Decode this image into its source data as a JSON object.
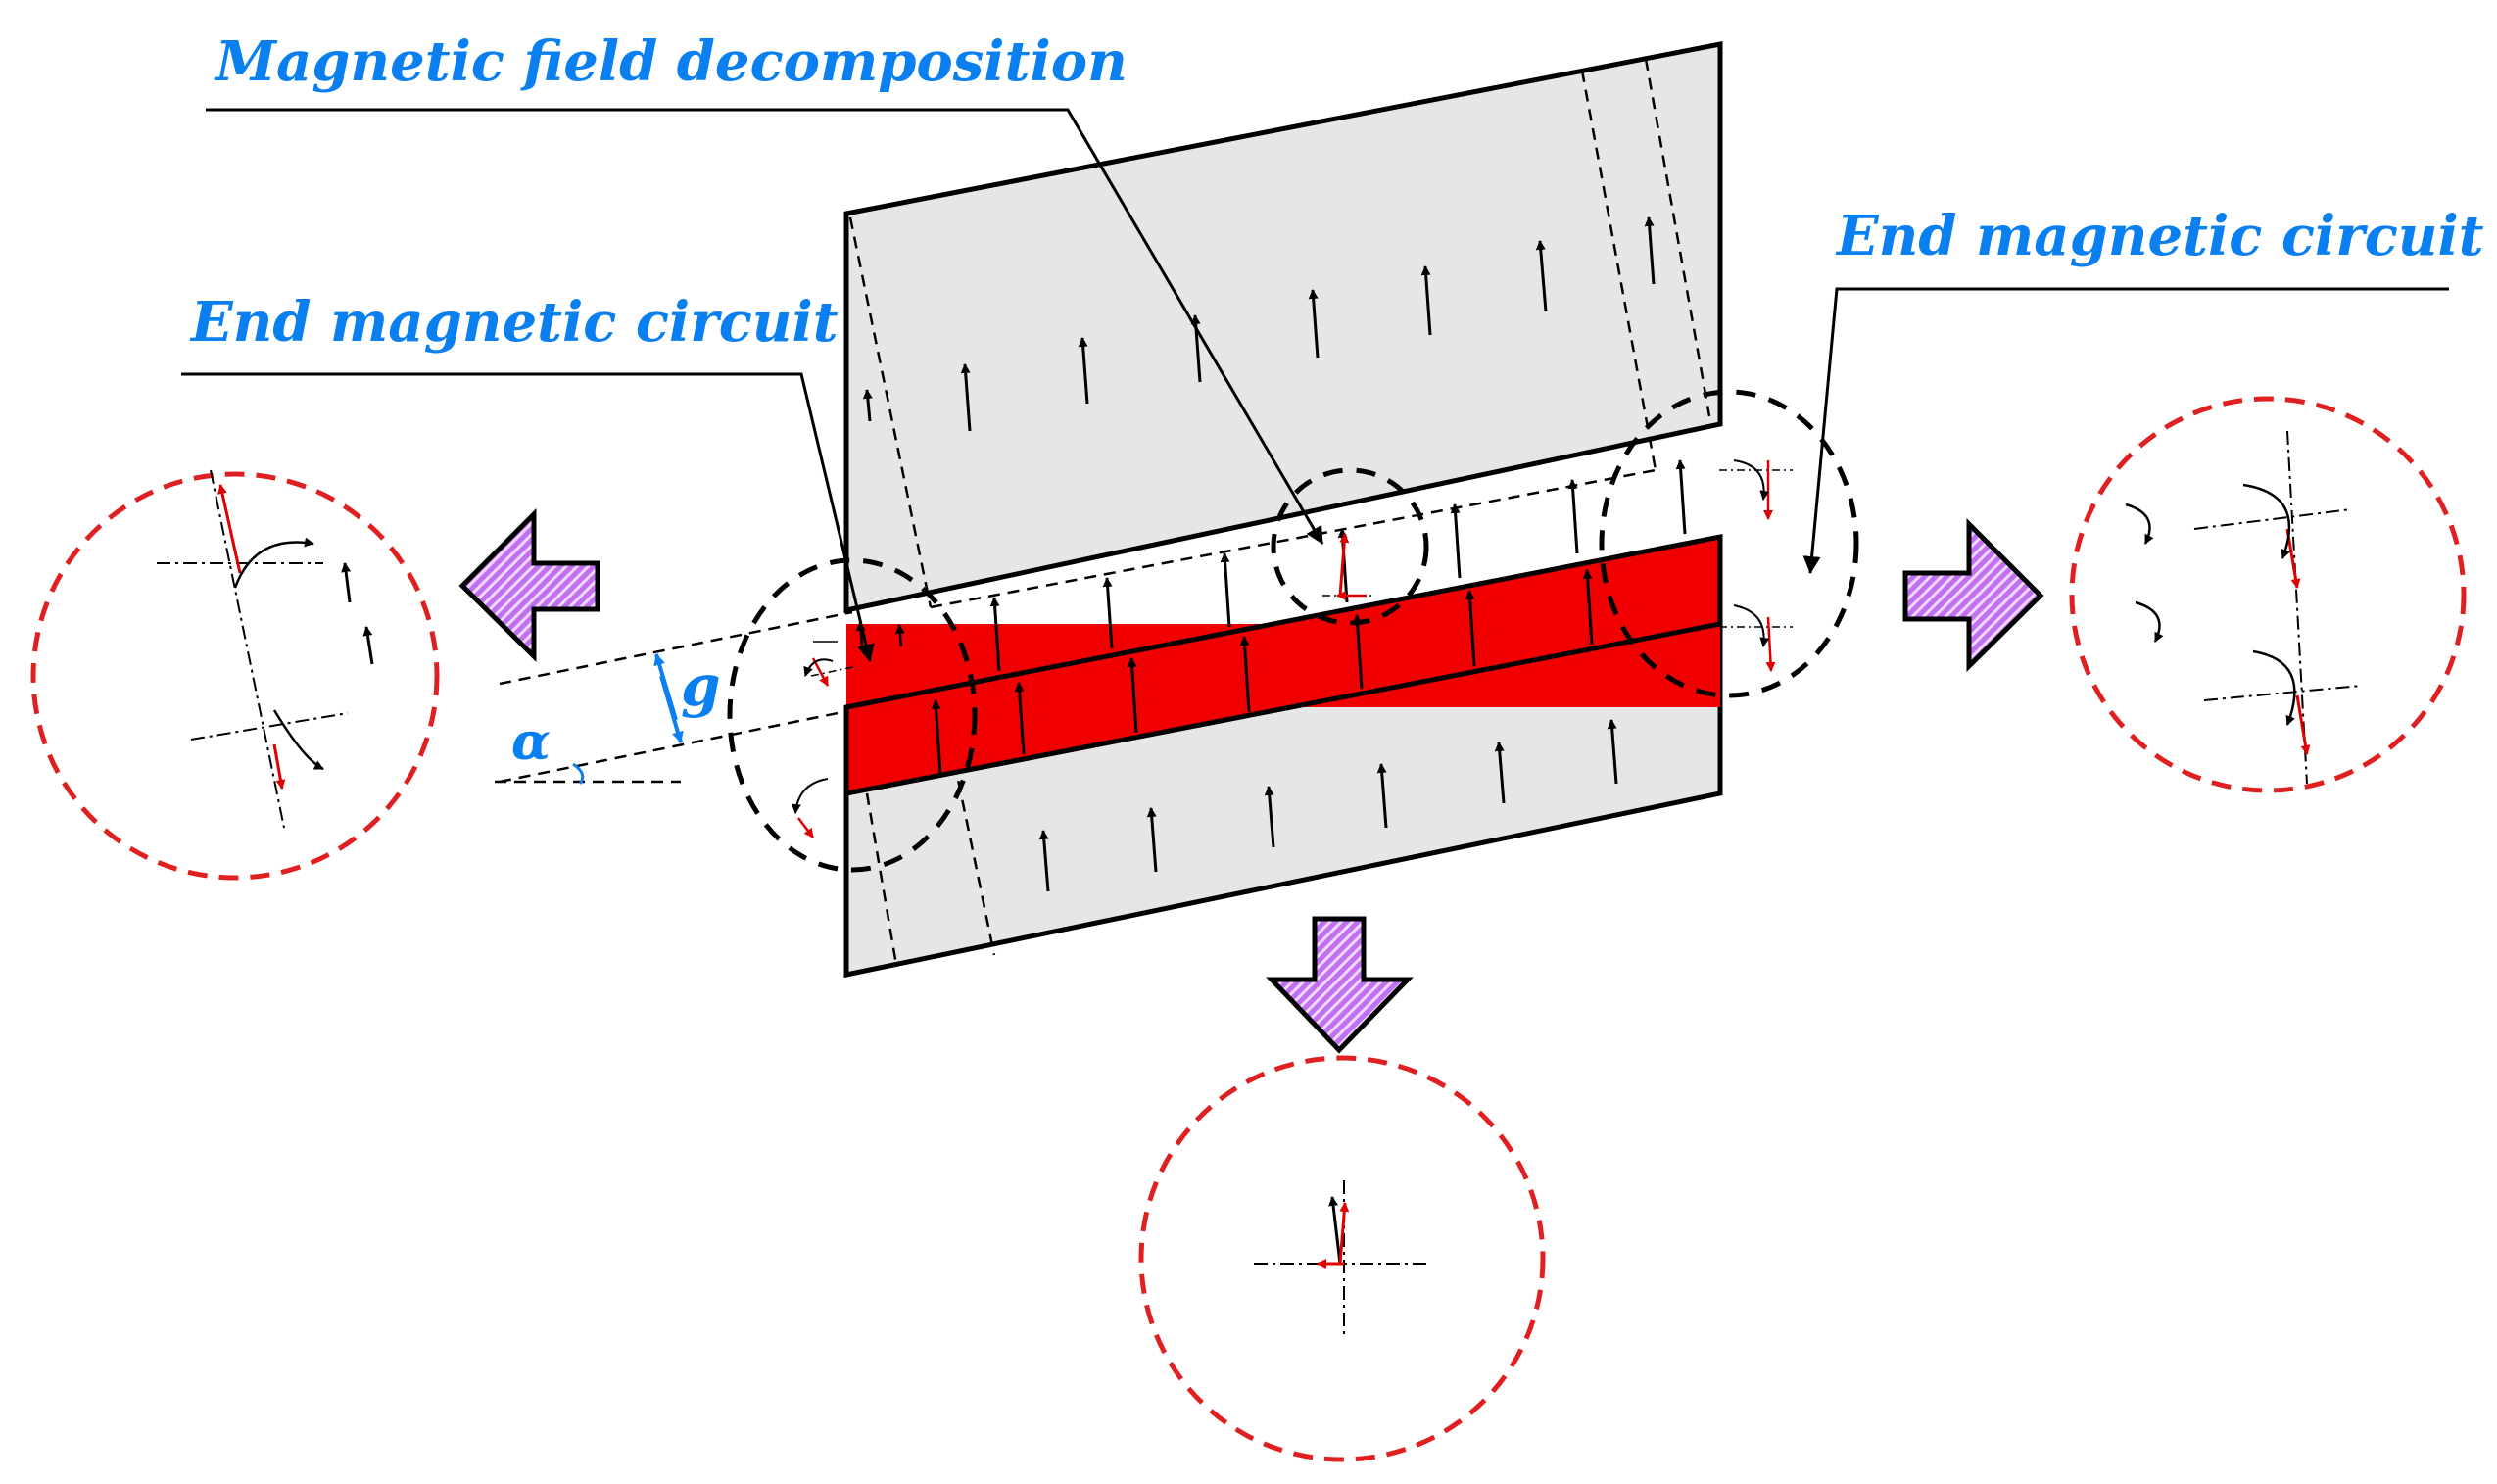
{
  "labels": {
    "field_decomposition": "Magnetic field decomposition",
    "end_circuit_left": "End magnetic circuit",
    "end_circuit_right": "End magnetic circuit",
    "gap_symbol": "g",
    "angle_symbol": "α"
  },
  "colors": {
    "label_blue": "#0a7ff0",
    "magnet_red": "#f00000",
    "core_gray": "#e6e6e6",
    "zoom_circle_red": "#e02020",
    "arrow_purple": "#b050e0",
    "field_vector_red": "#e00000",
    "field_vector_black": "#000000"
  },
  "icons": {
    "direction_arrows": [
      "left-arrow-icon",
      "right-arrow-icon",
      "down-arrow-icon"
    ]
  }
}
